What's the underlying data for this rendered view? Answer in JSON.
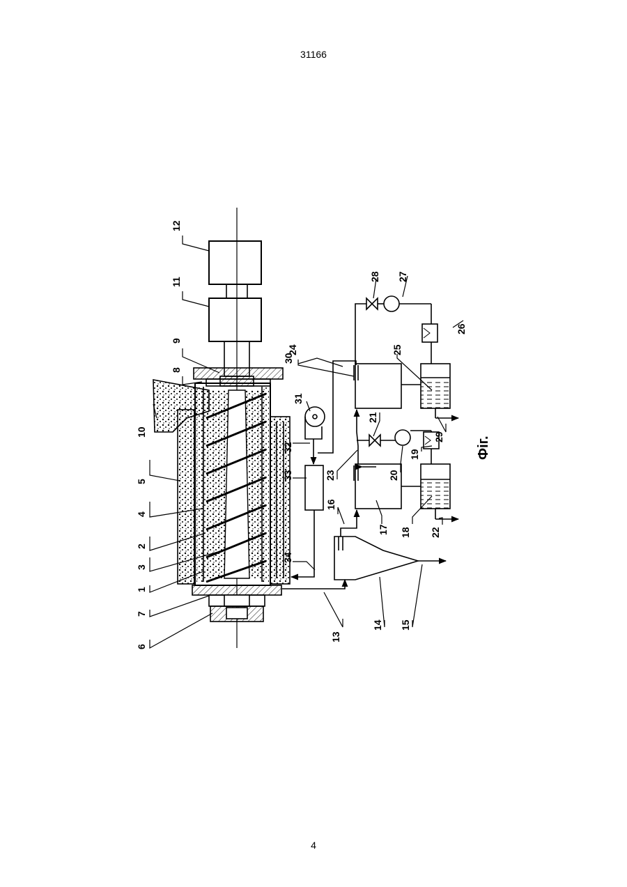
{
  "header": {
    "document_number": "31166"
  },
  "footer": {
    "page_number": "4"
  },
  "figure": {
    "caption": "Фіг.",
    "labels": [
      "1",
      "2",
      "3",
      "4",
      "5",
      "6",
      "7",
      "8",
      "9",
      "10",
      "11",
      "12",
      "13",
      "14",
      "15",
      "16",
      "17",
      "18",
      "19",
      "20",
      "21",
      "22",
      "23",
      "24",
      "25",
      "26",
      "27",
      "28",
      "29",
      "30",
      "31",
      "32",
      "33",
      "34"
    ]
  }
}
